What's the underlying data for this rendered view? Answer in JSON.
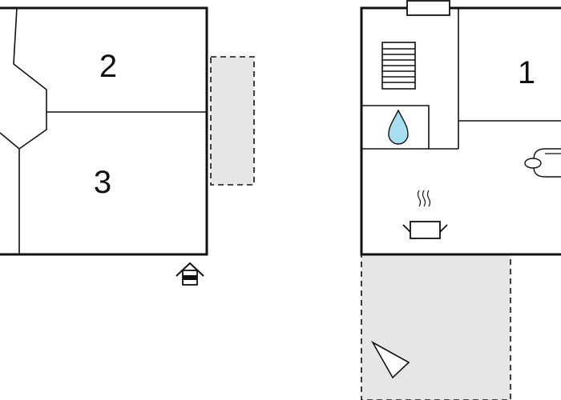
{
  "rooms": [
    {
      "id": "room-1",
      "number": "1"
    },
    {
      "id": "room-2",
      "number": "2"
    },
    {
      "id": "room-3",
      "number": "3"
    }
  ],
  "icons": {
    "entrance": "house-entrance-icon",
    "stairs": "staircase-icon",
    "bathroom": "water-drop-icon",
    "kitchen": "cooking-pot-icon",
    "living": "sofa-icon",
    "terrace": "sun-lounger-icon"
  },
  "colors": {
    "walls": "#111111",
    "outdoor_area": "#e6e6e6",
    "water_drop": "#a8dff0",
    "background": "#ffffff"
  }
}
